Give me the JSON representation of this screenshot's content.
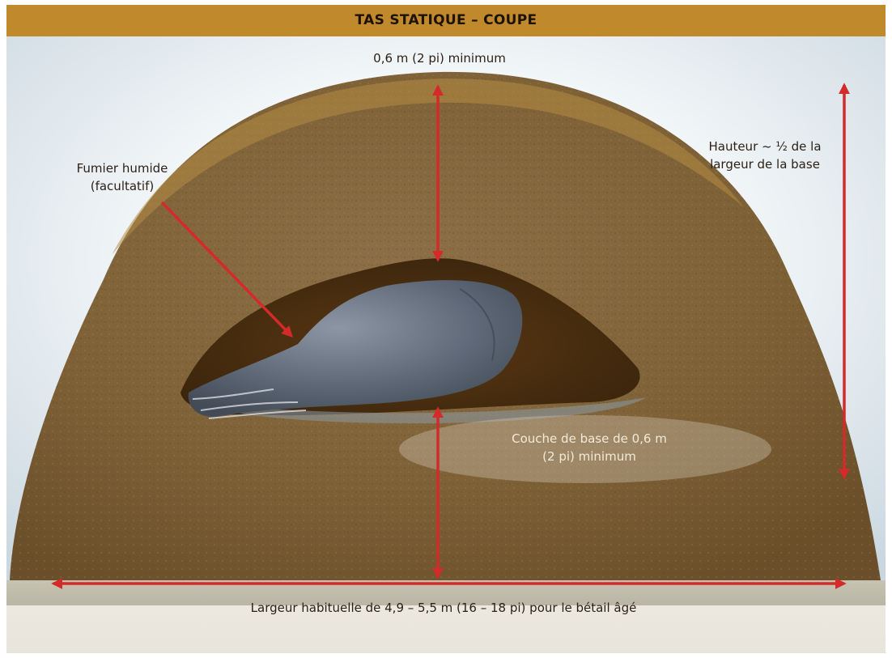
{
  "title": "TAS STATIQUE – COUPE",
  "labels": {
    "top_min": "0,6 m (2 pi) minimum",
    "wet_manure_line1": "Fumier humide",
    "wet_manure_line2": "(facultatif)",
    "height_line1": "Hauteur ~ ½ de la",
    "height_line2": "largeur de la base",
    "base_layer_line1": "Couche de base de 0,6 m",
    "base_layer_line2": "(2 pi) minimum",
    "width": "Largeur habituelle de 4,9 – 5,5 m (16 – 18 pi) pour le bétail âgé"
  },
  "colors": {
    "title_bar": "#c08a2c",
    "arrow": "#d42a2a",
    "compost": "#8a6a3a",
    "sky": "#e4ecf1",
    "ground": "#aeaa98"
  }
}
